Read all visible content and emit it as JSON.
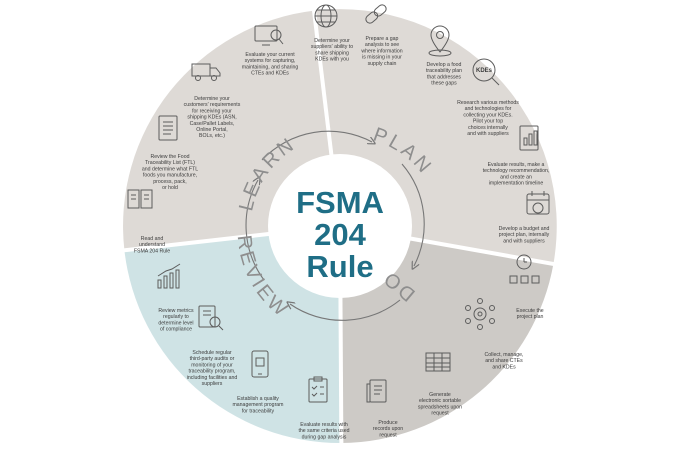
{
  "center": {
    "line1": "FSMA",
    "line2": "204",
    "line3": "Rule"
  },
  "phases": {
    "learn": "LEARN",
    "plan": "PLAN",
    "do": "DO",
    "review": "REVIEW"
  },
  "colors": {
    "learn_plan_bg": "#dedad6",
    "do_bg": "#cdcac6",
    "review_bg": "#cfe3e5",
    "center_text": "#1f6e86",
    "phase_text": "#8e8e8e",
    "arrows": "#777777"
  },
  "steps": [
    {
      "icon": "book-icon",
      "lines": [
        "Read and",
        "understand",
        "FSMA 204 Rule"
      ]
    },
    {
      "icon": "document-list-icon",
      "lines": [
        "Review the Food",
        "Traceability List (FTL)",
        "and determine what FTL",
        "foods you manufacture,",
        "process, pack,",
        "or hold"
      ]
    },
    {
      "icon": "truck-icon",
      "lines": [
        "Determine your",
        "customers' requirements",
        "for receiving your",
        "shipping KDEs (ASN,",
        "Case/Pallet Labels,",
        "Online Portal,",
        "BOLs, etc.)"
      ]
    },
    {
      "icon": "computer-search-icon",
      "lines": [
        "Evaluate your current",
        "systems for capturing,",
        "maintaining, and sharing",
        "CTEs and KDEs"
      ]
    },
    {
      "icon": "globe-icon",
      "lines": [
        "Determine your",
        "suppliers' ability to",
        "share shipping",
        "KDEs with you"
      ]
    },
    {
      "icon": "chain-link-icon",
      "lines": [
        "Prepare a gap",
        "analysis to see",
        "where information",
        "is missing in your",
        "supply chain"
      ]
    },
    {
      "icon": "location-pin-icon",
      "lines": [
        "Develop a food",
        "traceability plan",
        "that addresses",
        "these gaps"
      ]
    },
    {
      "icon": "kdes-search-icon",
      "icon_label": "KDEs",
      "lines": [
        "Research various methods",
        "and technologies for",
        "collecting your KDEs.",
        "Pilot your top",
        "choices internally",
        "and with suppliers"
      ]
    },
    {
      "icon": "report-chart-icon",
      "lines": [
        "Evaluate results, make a",
        "technology recommendation,",
        "and create an",
        "implementation timeline"
      ]
    },
    {
      "icon": "calendar-dollar-icon",
      "lines": [
        "Develop a budget and",
        "project plan, internally",
        "and with suppliers"
      ]
    },
    {
      "icon": "clock-checklist-icon",
      "lines": [
        "Execute the",
        "project plan"
      ]
    },
    {
      "icon": "network-gear-icon",
      "lines": [
        "Collect, manage,",
        "and share CTEs",
        "and KDEs"
      ]
    },
    {
      "icon": "spreadsheet-icon",
      "lines": [
        "Generate",
        "electronic sortable",
        "spreadsheets upon",
        "request"
      ]
    },
    {
      "icon": "records-icon",
      "lines": [
        "Produce",
        "records upon",
        "request"
      ]
    },
    {
      "icon": "clipboard-checklist-icon",
      "lines": [
        "Evaluate results with",
        "the same criteria used",
        "during gap analysis"
      ]
    },
    {
      "icon": "phone-qr-icon",
      "lines": [
        "Establish a quality",
        "management program",
        "for traceability"
      ]
    },
    {
      "icon": "audit-search-icon",
      "lines": [
        "Schedule regular",
        "third-party audits or",
        "monitoring of your",
        "traceability program,",
        "including facilities and",
        "suppliers"
      ]
    },
    {
      "icon": "metrics-chart-icon",
      "lines": [
        "Review metrics",
        "regularly to",
        "determine level",
        "of compliance"
      ]
    }
  ]
}
